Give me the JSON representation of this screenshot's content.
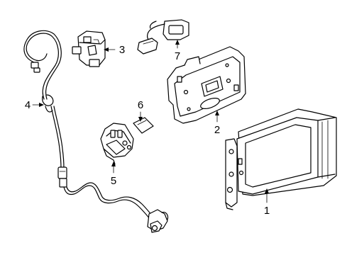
{
  "diagram": {
    "parts": [
      {
        "id": "display-unit",
        "callout": "1"
      },
      {
        "id": "bracket-plate",
        "callout": "2"
      },
      {
        "id": "connector-housing",
        "callout": "3"
      },
      {
        "id": "wiring-harness",
        "callout": "4"
      },
      {
        "id": "switch-module",
        "callout": "5"
      },
      {
        "id": "label-pad",
        "callout": "6"
      },
      {
        "id": "clip-strap",
        "callout": "7"
      }
    ]
  }
}
